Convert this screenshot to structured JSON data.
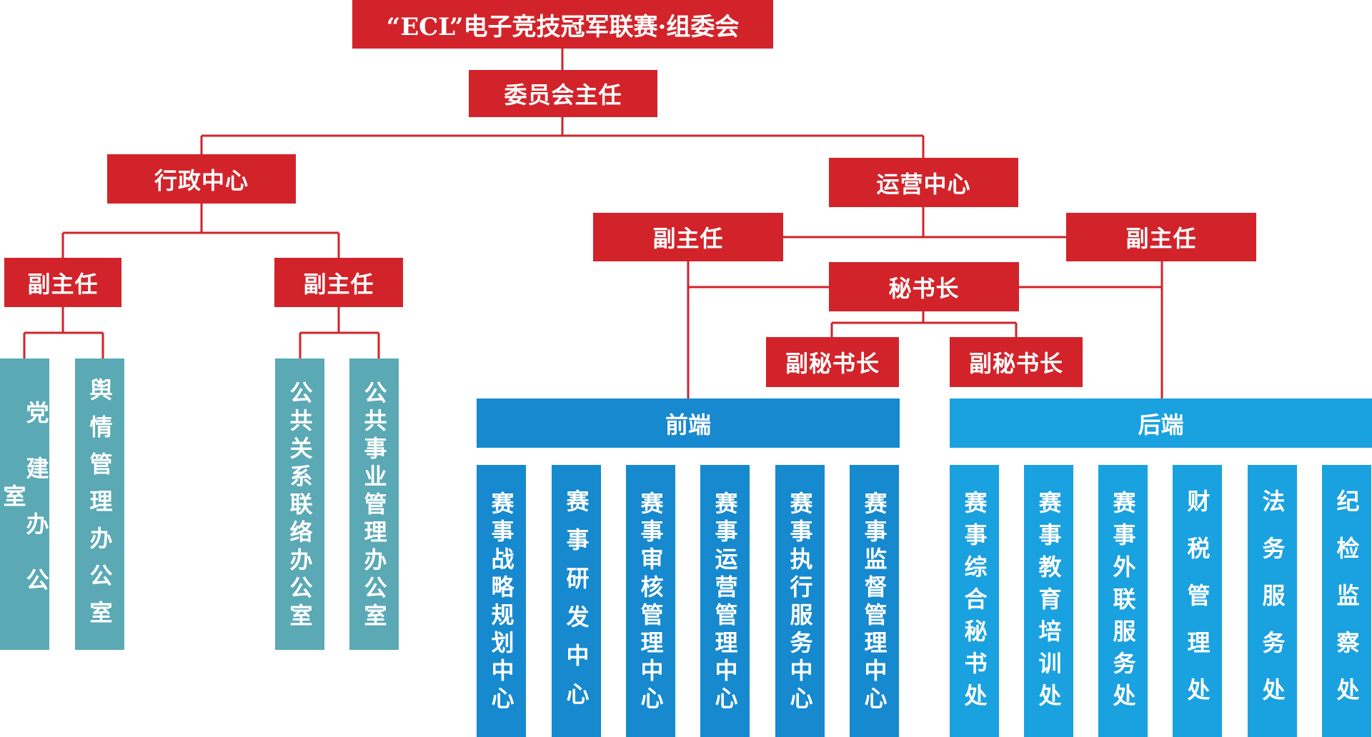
{
  "colors": {
    "red": "#d2232a",
    "teal": "#5aa9b5",
    "front_blue": "#1689cf",
    "back_blue": "#1aa1e0",
    "line": "#d2232a"
  },
  "org": {
    "title": "“ECL”电子竞技冠军联赛·组委会",
    "chair": "委员会主任",
    "admin": {
      "label": "行政中心",
      "deputy_left": "副主任",
      "deputy_right": "副主任",
      "offices": [
        "党建办公室",
        "舆情管理办公室",
        "公共关系联络办公室",
        "公共事业管理办公室"
      ]
    },
    "ops": {
      "label": "运营中心",
      "deputy_left": "副主任",
      "deputy_right": "副主任",
      "secretary_general": "秘书长",
      "deputy_sec_left": "副秘书长",
      "deputy_sec_right": "副秘书长",
      "front": {
        "label": "前端",
        "units": [
          "赛事战略规划中心",
          "赛事研发中心",
          "赛事审核管理中心",
          "赛事运营管理中心",
          "赛事执行服务中心",
          "赛事监督管理中心"
        ]
      },
      "back": {
        "label": "后端",
        "units": [
          "赛事综合秘书处",
          "赛事教育培训处",
          "赛事外联服务处",
          "财税管理处",
          "法务服务处",
          "纪检监察处"
        ]
      }
    }
  }
}
